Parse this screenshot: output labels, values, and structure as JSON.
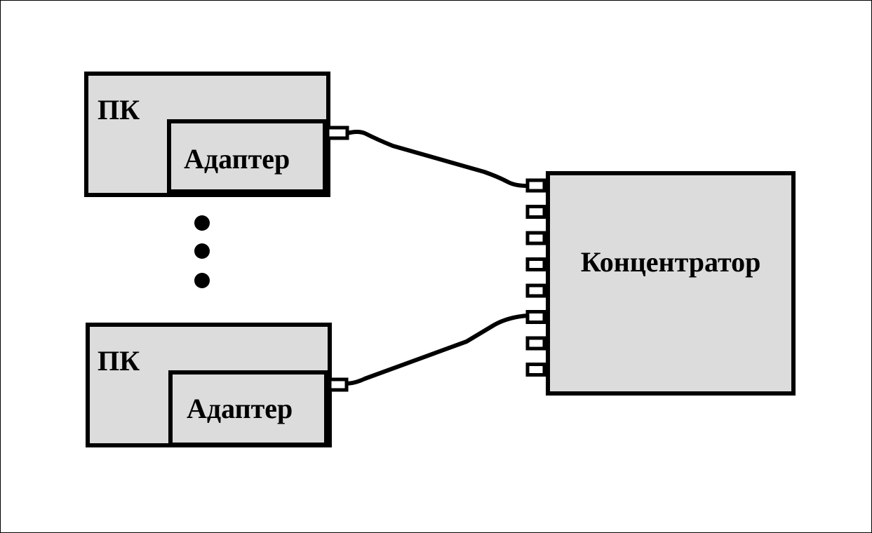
{
  "diagram": {
    "pc_top": {
      "pc_label": "ПК",
      "adapter_label": "Адаптер"
    },
    "pc_bottom": {
      "pc_label": "ПК",
      "adapter_label": "Адаптер"
    },
    "hub": {
      "label": "Концентратор",
      "port_count": 8
    },
    "colors": {
      "box_fill": "#dcdcdc",
      "stroke": "#000000",
      "background": "#ffffff"
    }
  }
}
